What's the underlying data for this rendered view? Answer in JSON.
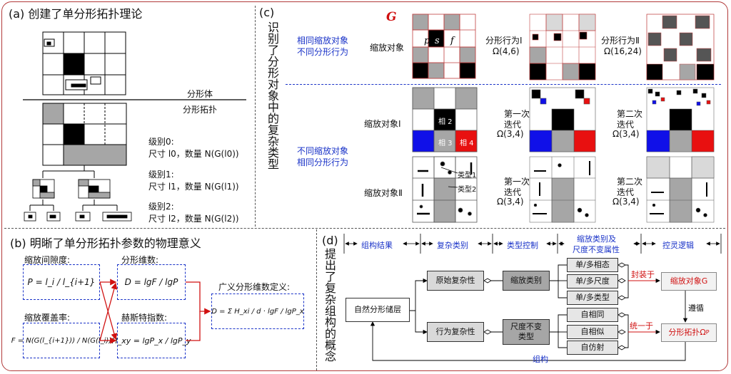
{
  "panel_a": {
    "title": "(a) 创建了单分形拓扑理论",
    "label_fractal_body": "分形体",
    "label_fractal_topology": "分形拓扑",
    "levels": [
      {
        "name": "级别0:",
        "desc": "尺寸 l0，数量 N(G(l0))"
      },
      {
        "name": "级别1:",
        "desc": "尺寸 l1，数量 N(G(l1))"
      },
      {
        "name": "级别2:",
        "desc": "尺寸 l2，数量 N(G(l2))"
      }
    ]
  },
  "panel_b": {
    "title": "(b) 明晰了单分形拓扑参数的物理意义",
    "label_gap": "缩放间隙度:",
    "label_coverage": "缩放覆盖率:",
    "label_dim": "分形维数:",
    "label_hurst": "赫斯特指数:",
    "label_general": "广义分形维数定义:",
    "eq_P": "P = l_i / l_{i+1}",
    "eq_F": "F = N(G(l_{i+1})) / N(G(l_i))",
    "eq_D": "D = lgF / lgP",
    "eq_H": "H_xy = lgP_x / lgP_y",
    "eq_general": "D = Σ H_xi / d · lgF / lgP_x"
  },
  "panel_c": {
    "title": "(c)",
    "vertical_title": "识别了分形对象中的复杂类型",
    "G_label": "G",
    "row1_left": [
      "相同缩放对象",
      "不同分形行为"
    ],
    "row2_left": [
      "不同缩放对象",
      "相同分形行为"
    ],
    "scale_obj": "缩放对象",
    "psf": [
      "p",
      "s",
      "f"
    ],
    "behav1": "分形行为Ⅰ",
    "behav1_omega": "Ω(4,6)",
    "behav2": "分形行为Ⅱ",
    "behav2_omega": "Ω(16,24)",
    "scale_obj1": "缩放对象Ⅰ",
    "scale_obj2": "缩放对象Ⅱ",
    "xiang": [
      "相 2",
      "相 3",
      "相 4"
    ],
    "type1": "类型1",
    "type2": "类型2",
    "iter1": [
      "第一次",
      "迭代"
    ],
    "iter2": [
      "第二次",
      "迭代"
    ],
    "iter_omega": "Ω(3,4)"
  },
  "panel_d": {
    "title": "(d)",
    "vertical_title": "提出了复杂组构的概念",
    "headers": [
      "组构结果",
      "复杂类别",
      "类型控制",
      "缩放类别及",
      "尺度不变属性",
      "控灵逻辑"
    ],
    "natural": "自然分形储层",
    "original": "原始复杂性",
    "behavior": "行为复杂性",
    "scale_cat": "缩放类别",
    "scale_inv": [
      "尺度不变",
      "类型"
    ],
    "items_top": [
      "单/多相态",
      "单/多尺度",
      "单/多类型"
    ],
    "items_bot": [
      "自相同",
      "自相似",
      "自仿射"
    ],
    "pack": "封装于",
    "unify": "统一于",
    "scale_obj_G": "缩放对象G",
    "follow": "遵循",
    "topo": "分形拓扑Ω",
    "topo_sub": "P",
    "organize": "组构"
  },
  "colors": {
    "frame": "#b23a3a",
    "blue": "#1a33c8",
    "red": "#d01010",
    "gray": "#a6a6a6"
  }
}
